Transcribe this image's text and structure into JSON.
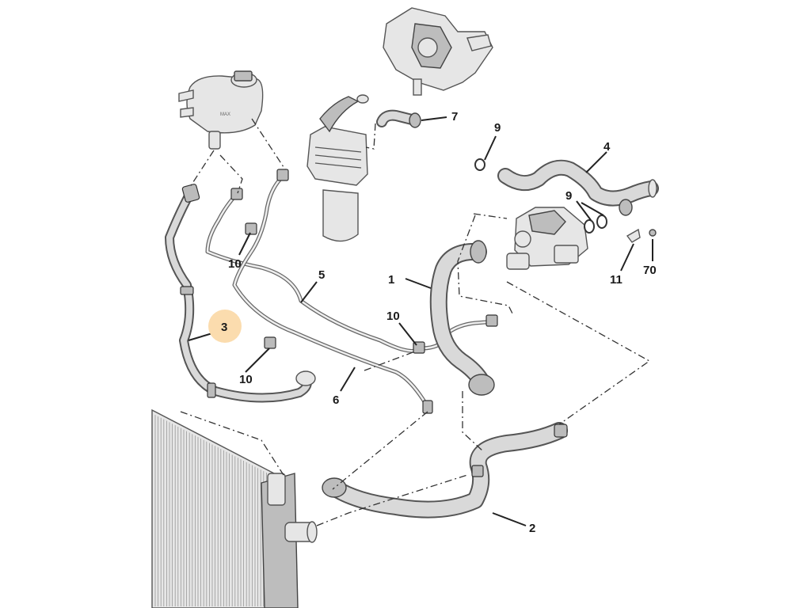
{
  "diagram": {
    "callouts": [
      {
        "id": "1",
        "label": "1"
      },
      {
        "id": "2",
        "label": "2"
      },
      {
        "id": "3",
        "label": "3",
        "highlighted": true
      },
      {
        "id": "4",
        "label": "4"
      },
      {
        "id": "5",
        "label": "5"
      },
      {
        "id": "6",
        "label": "6"
      },
      {
        "id": "7",
        "label": "7"
      },
      {
        "id": "9a",
        "label": "9"
      },
      {
        "id": "9b",
        "label": "9"
      },
      {
        "id": "10a",
        "label": "10"
      },
      {
        "id": "10b",
        "label": "10"
      },
      {
        "id": "10c",
        "label": "10"
      },
      {
        "id": "11",
        "label": "11"
      },
      {
        "id": "70",
        "label": "70"
      }
    ],
    "highlight_color": "#fbdcae"
  }
}
